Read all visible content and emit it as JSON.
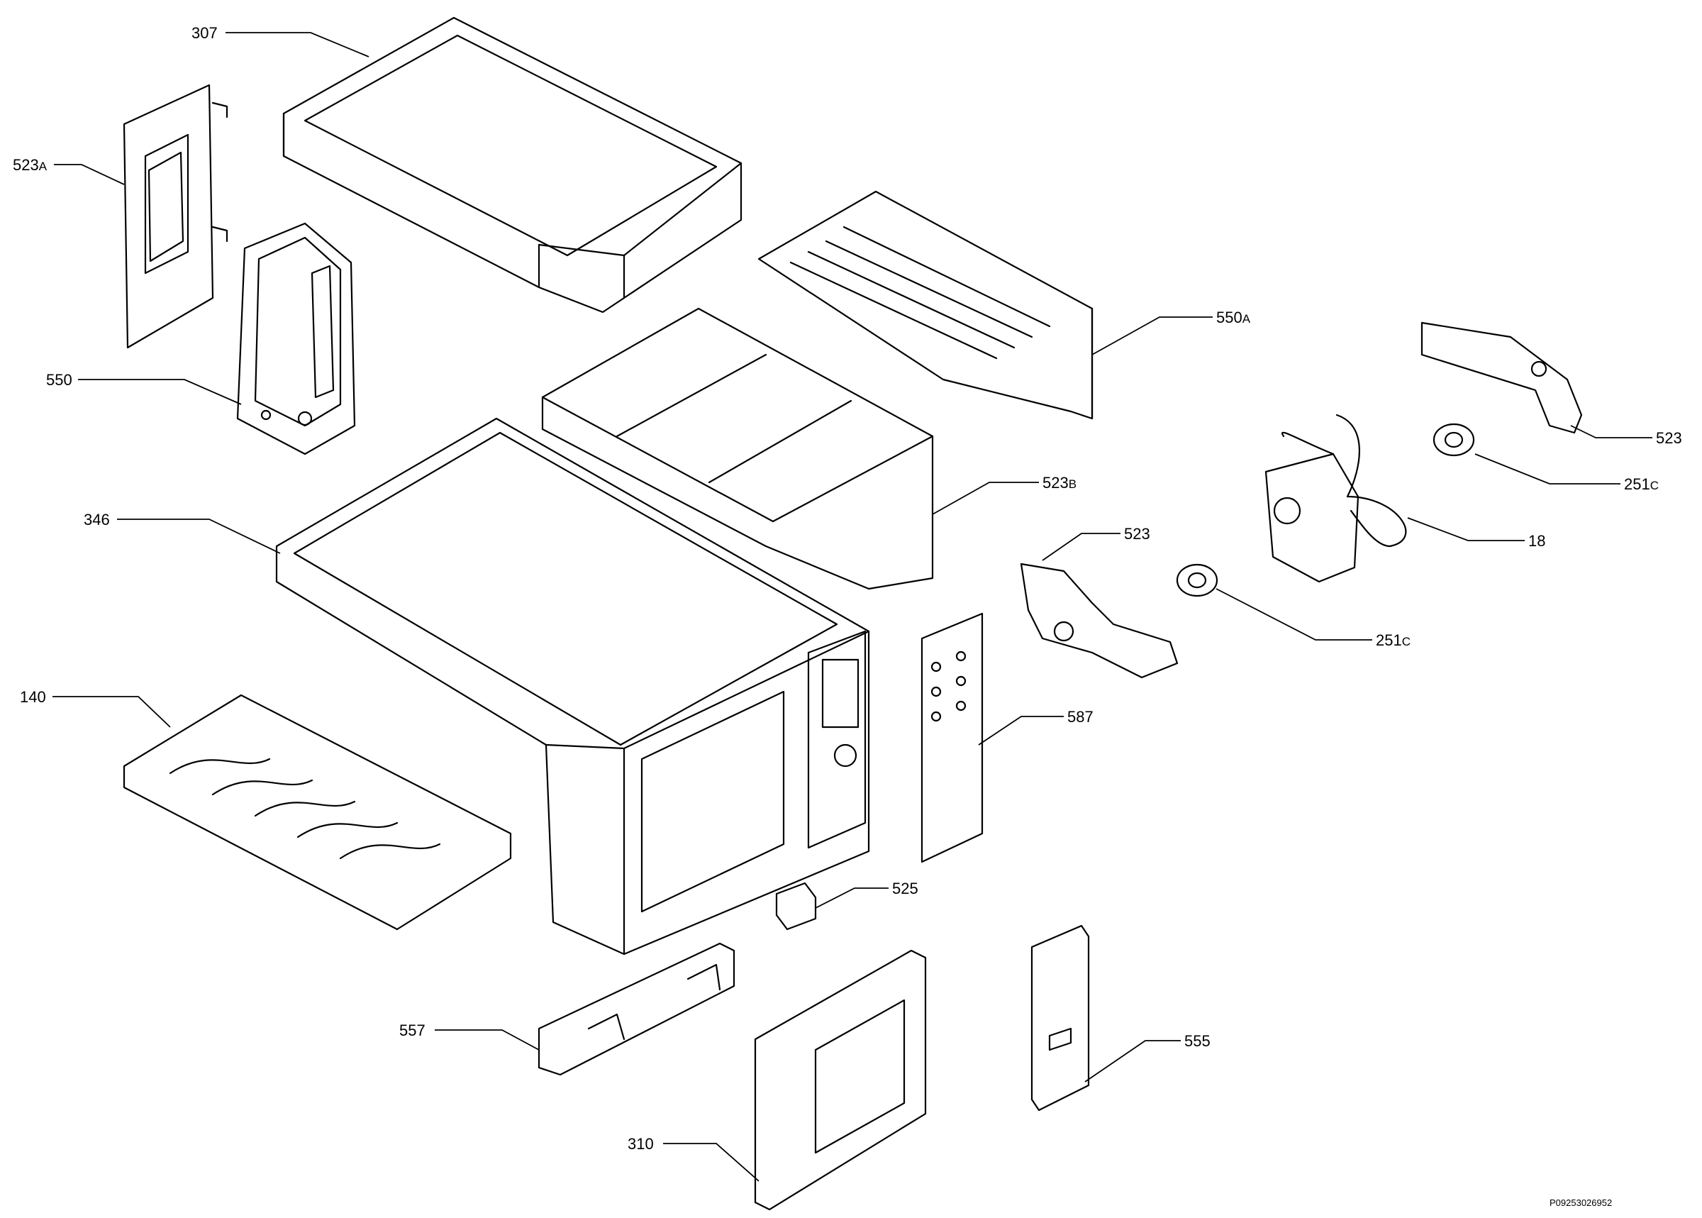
{
  "callouts": [
    {
      "id": "c307",
      "num": "307",
      "suffix": ""
    },
    {
      "id": "c523a",
      "num": "523",
      "suffix": "A"
    },
    {
      "id": "c550",
      "num": "550",
      "suffix": ""
    },
    {
      "id": "c346",
      "num": "346",
      "suffix": ""
    },
    {
      "id": "c140",
      "num": "140",
      "suffix": ""
    },
    {
      "id": "c550a",
      "num": "550",
      "suffix": "A"
    },
    {
      "id": "c523b",
      "num": "523",
      "suffix": "B"
    },
    {
      "id": "c523r",
      "num": "523",
      "suffix": ""
    },
    {
      "id": "c251c1",
      "num": "251",
      "suffix": "C"
    },
    {
      "id": "c18",
      "num": "18",
      "suffix": ""
    },
    {
      "id": "c523m",
      "num": "523",
      "suffix": ""
    },
    {
      "id": "c251c2",
      "num": "251",
      "suffix": "C"
    },
    {
      "id": "c587",
      "num": "587",
      "suffix": ""
    },
    {
      "id": "c525",
      "num": "525",
      "suffix": ""
    },
    {
      "id": "c557",
      "num": "557",
      "suffix": ""
    },
    {
      "id": "c555",
      "num": "555",
      "suffix": ""
    },
    {
      "id": "c310",
      "num": "310",
      "suffix": ""
    }
  ],
  "drawing_code": "P09253026952"
}
